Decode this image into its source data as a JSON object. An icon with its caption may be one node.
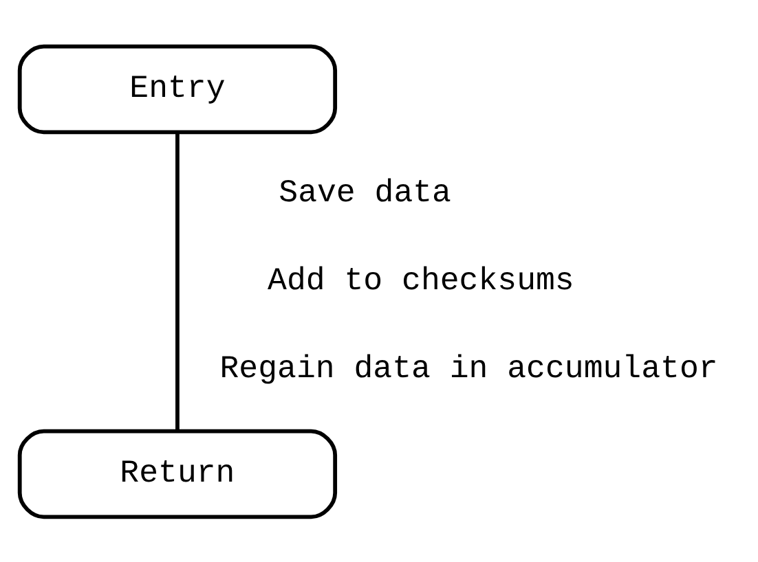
{
  "diagram": {
    "nodes": [
      {
        "text": [
          "Entry"
        ]
      },
      {
        "text": [
          "Return"
        ]
      }
    ],
    "edges": [
      {
        "from": 0,
        "to": 1,
        "arrow": "none"
      }
    ],
    "labels": [
      "Save data",
      "Add to checksums",
      "Regain data in accumulator"
    ]
  }
}
